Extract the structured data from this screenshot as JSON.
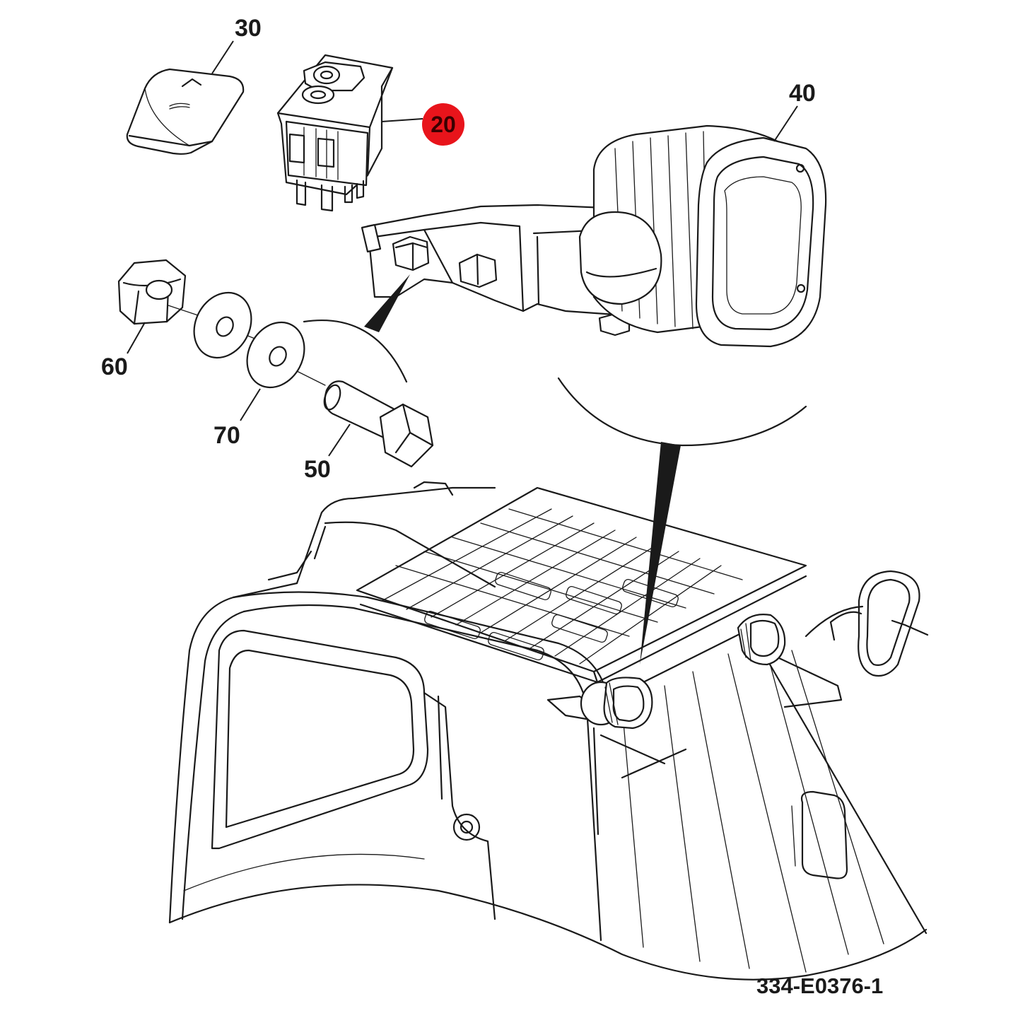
{
  "callouts": {
    "switch_cover": "30",
    "rocker_switch": "20",
    "work_light": "40",
    "nut": "60",
    "washer": "70",
    "bolt": "50"
  },
  "drawing_number": "334-E0376-1",
  "colors": {
    "highlight": "#e8141b",
    "line": "#1a1a1a",
    "background": "#ffffff"
  }
}
